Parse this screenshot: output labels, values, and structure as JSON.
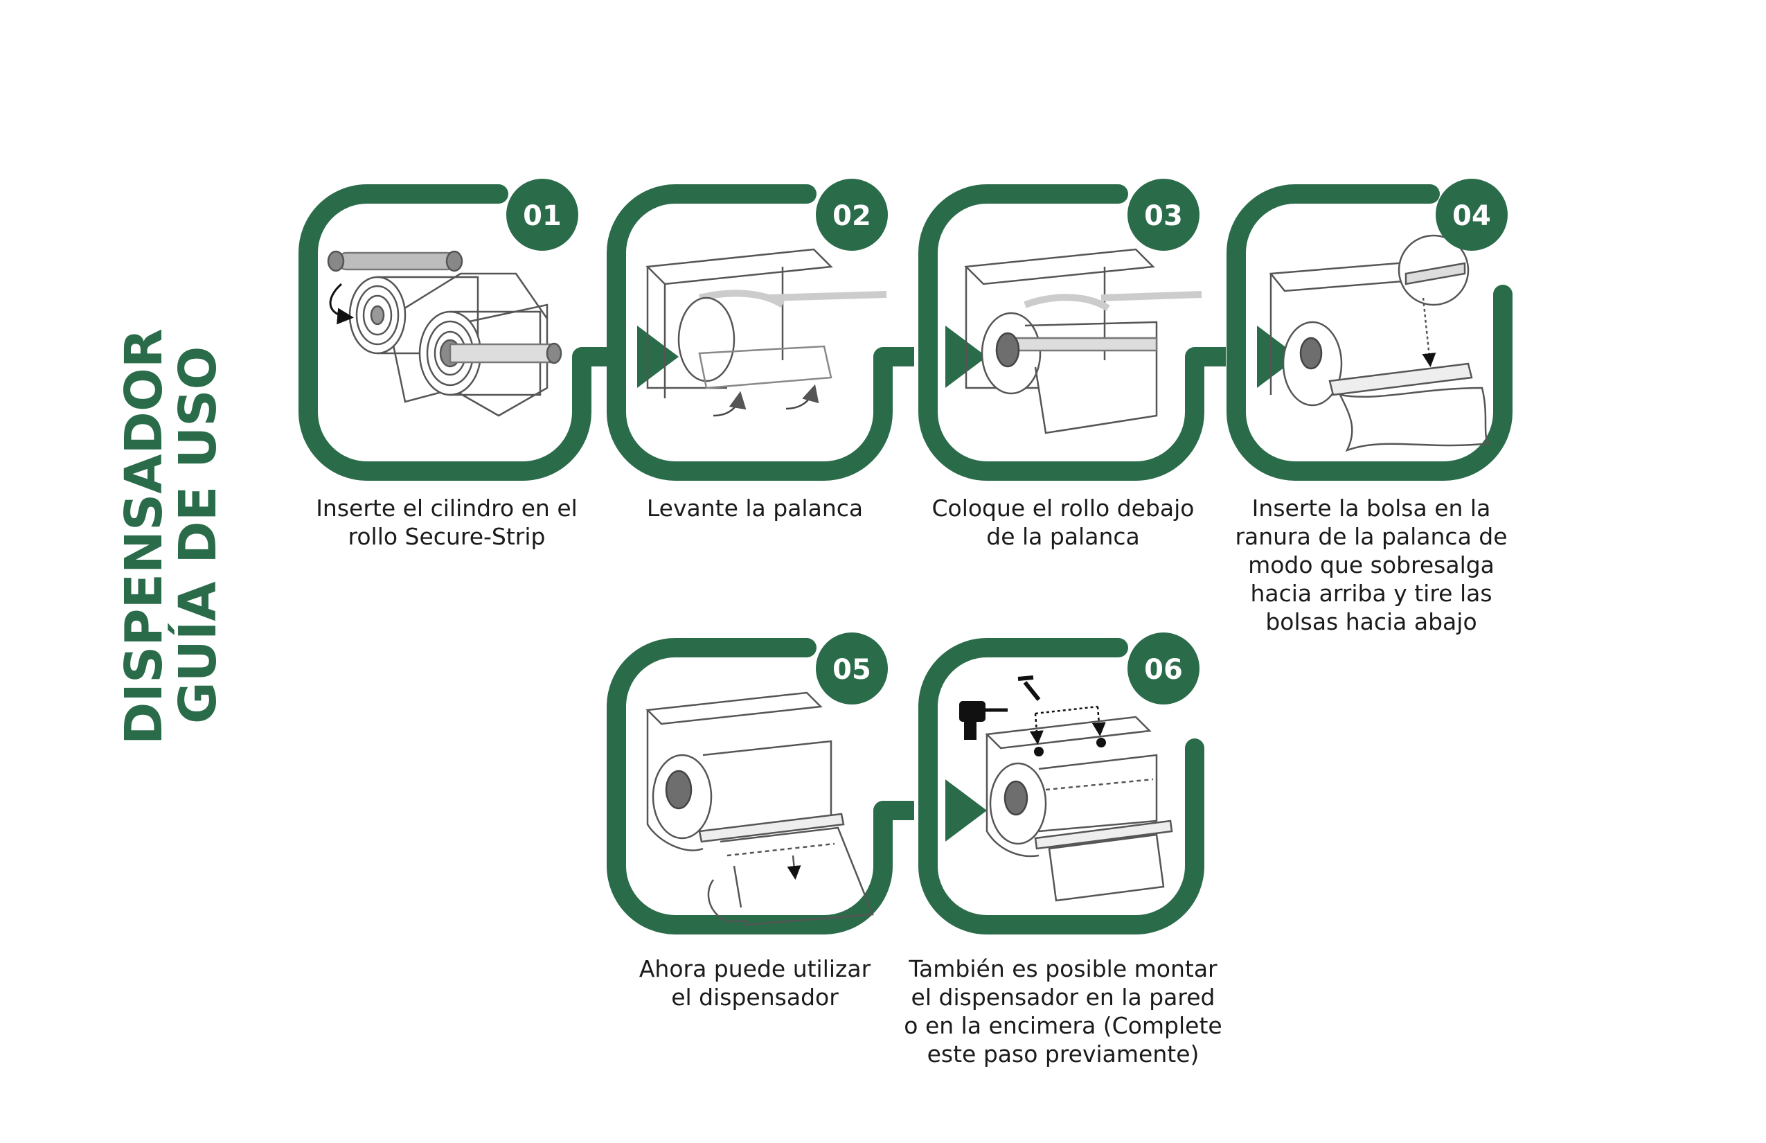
{
  "title": {
    "line1": "DISPENSADOR",
    "line2": "GUÍA DE USO"
  },
  "colors": {
    "accent": "#2a6b4a",
    "text": "#1b1b1b",
    "line_art": "#555555"
  },
  "steps": [
    {
      "number": "01",
      "caption": "Inserte el cilindro en el\nrollo Secure-Strip"
    },
    {
      "number": "02",
      "caption": "Levante la palanca"
    },
    {
      "number": "03",
      "caption": "Coloque el rollo debajo\nde la palanca"
    },
    {
      "number": "04",
      "caption": "Inserte la bolsa en la\nranura de la palanca de\nmodo que sobresalga\nhacia arriba y tire las\nbolsas hacia abajo"
    },
    {
      "number": "05",
      "caption": "Ahora puede utilizar\nel dispensador"
    },
    {
      "number": "06",
      "caption": "También es posible montar\nel dispensador en la pared\no en la encimera (Complete\neste paso previamente)"
    }
  ]
}
